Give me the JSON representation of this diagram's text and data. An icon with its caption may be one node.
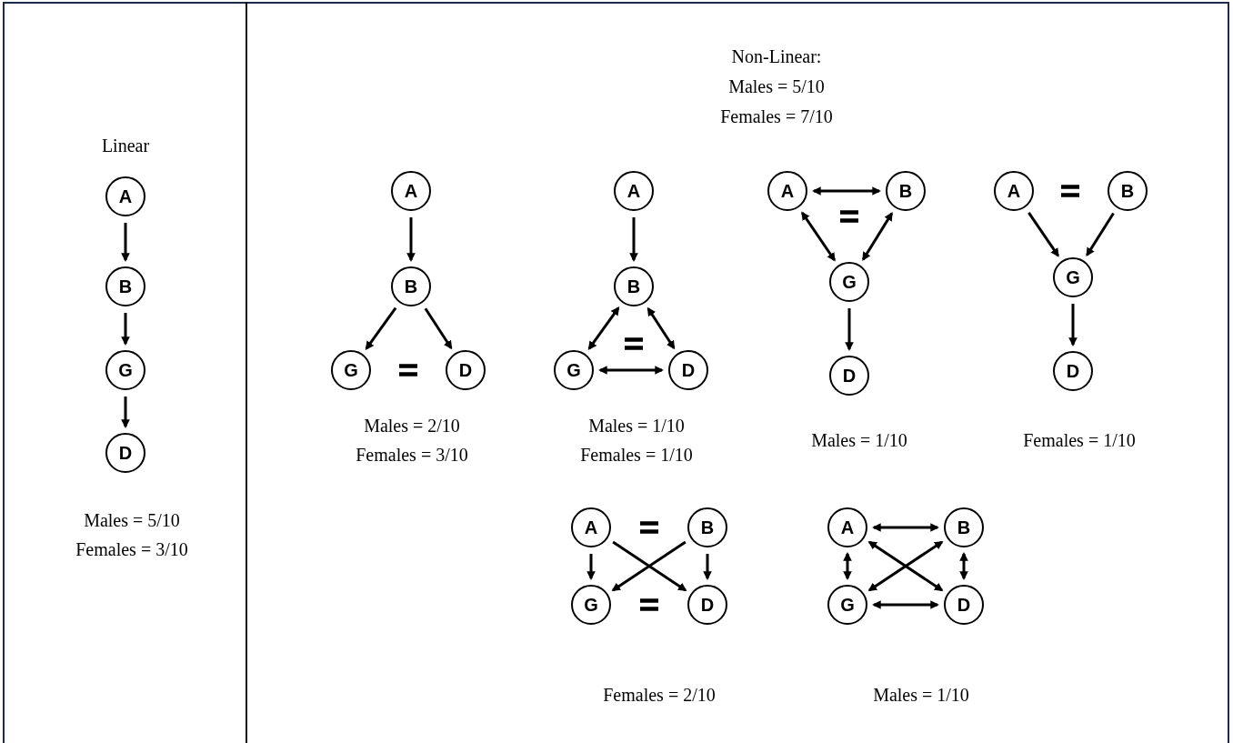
{
  "diagram": {
    "nodes": [
      {
        "text": [
          "A"
        ]
      },
      {
        "text": [
          "B"
        ]
      },
      {
        "text": [
          "G"
        ]
      },
      {
        "text": [
          "D"
        ]
      },
      {
        "text": [
          "A"
        ]
      },
      {
        "text": [
          "B"
        ]
      },
      {
        "text": [
          "G"
        ]
      },
      {
        "text": [
          "D"
        ]
      },
      {
        "text": [
          "A"
        ]
      },
      {
        "text": [
          "B"
        ]
      },
      {
        "text": [
          "G"
        ]
      },
      {
        "text": [
          "D"
        ]
      },
      {
        "text": [
          "A"
        ]
      },
      {
        "text": [
          "B"
        ]
      },
      {
        "text": [
          "G"
        ]
      },
      {
        "text": [
          "D"
        ]
      },
      {
        "text": [
          "A"
        ]
      },
      {
        "text": [
          "B"
        ]
      },
      {
        "text": [
          "G"
        ]
      },
      {
        "text": [
          "D"
        ]
      },
      {
        "text": [
          "A"
        ]
      },
      {
        "text": [
          "B"
        ]
      },
      {
        "text": [
          "G"
        ]
      },
      {
        "text": [
          "D"
        ]
      },
      {
        "text": [
          "A"
        ]
      },
      {
        "text": [
          "B"
        ]
      },
      {
        "text": [
          "G"
        ]
      },
      {
        "text": [
          "D"
        ]
      }
    ],
    "edges": [
      {
        "from": 0,
        "to": 1,
        "arrow": "to"
      },
      {
        "from": 1,
        "to": 2,
        "arrow": "to"
      },
      {
        "from": 2,
        "to": 3,
        "arrow": "to"
      },
      {
        "from": 4,
        "to": 5,
        "arrow": "to"
      },
      {
        "from": 5,
        "to": 6,
        "arrow": "to"
      },
      {
        "from": 5,
        "to": 7,
        "arrow": "to"
      },
      {
        "from": 8,
        "to": 9,
        "arrow": "to"
      },
      {
        "from": 9,
        "to": 10,
        "arrow": "both"
      },
      {
        "from": 9,
        "to": 11,
        "arrow": "both"
      },
      {
        "from": 10,
        "to": 11,
        "arrow": "both"
      },
      {
        "from": 12,
        "to": 13,
        "arrow": "both"
      },
      {
        "from": 12,
        "to": 14,
        "arrow": "both"
      },
      {
        "from": 13,
        "to": 14,
        "arrow": "both"
      },
      {
        "from": 14,
        "to": 15,
        "arrow": "to"
      },
      {
        "from": 16,
        "to": 18,
        "arrow": "to"
      },
      {
        "from": 17,
        "to": 18,
        "arrow": "to"
      },
      {
        "from": 18,
        "to": 19,
        "arrow": "to"
      },
      {
        "from": 20,
        "to": 22,
        "arrow": "to"
      },
      {
        "from": 21,
        "to": 23,
        "arrow": "to"
      },
      {
        "from": 20,
        "to": 23,
        "arrow": "to"
      },
      {
        "from": 21,
        "to": 22,
        "arrow": "to"
      },
      {
        "from": 24,
        "to": 25,
        "arrow": "both"
      },
      {
        "from": 24,
        "to": 26,
        "arrow": "both"
      },
      {
        "from": 25,
        "to": 27,
        "arrow": "both"
      },
      {
        "from": 24,
        "to": 27,
        "arrow": "both"
      },
      {
        "from": 25,
        "to": 26,
        "arrow": "both"
      },
      {
        "from": 26,
        "to": 27,
        "arrow": "both"
      }
    ],
    "labels": [
      "Linear",
      "Males = 5/10",
      "Females = 3/10",
      "Non-Linear:",
      "Males = 5/10",
      "Females = 7/10",
      "Males = 2/10",
      "Females = 3/10",
      "Males = 1/10",
      "Females = 1/10",
      "Males = 1/10",
      "Females = 1/10",
      "Females = 2/10",
      "Males = 1/10"
    ]
  }
}
